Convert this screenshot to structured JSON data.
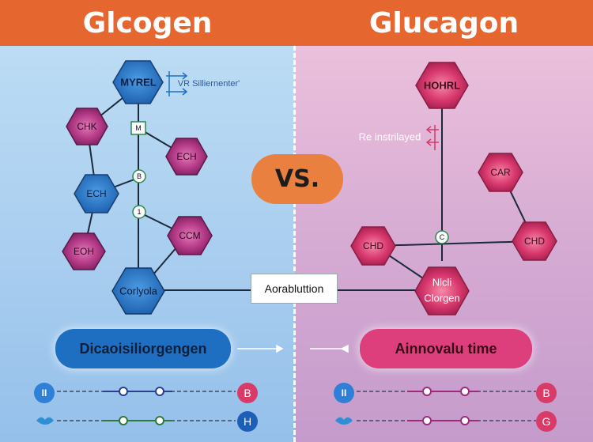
{
  "titles": {
    "left": "Glcogen",
    "right": "Glucagon"
  },
  "vs_label": "VS.",
  "center_box": "Aorabluttion",
  "left_diagram": {
    "top_hex": "MYREL",
    "annotation": "VR Silliernenter'",
    "nodes": {
      "n1": "CHK",
      "n2": "ECH",
      "n3": "EOH",
      "n4": "ECH",
      "n5": "CCM",
      "n6": "Corlyola"
    },
    "circles": {
      "c1": "M",
      "c2": "B",
      "c3": "1"
    }
  },
  "right_diagram": {
    "top_hex": "HOHRL",
    "annotation": "Re instrilayed",
    "nodes": {
      "n1": "CAR",
      "n2": "CHD",
      "n3": "CHD",
      "n4_line1": "Nlcli",
      "n4_line2": "Clorgen"
    },
    "circles": {
      "c1": "C"
    }
  },
  "left_pill": "Dicaoisiliorgengen",
  "right_pill": "Ainnovalu time",
  "left_legend": {
    "row1_start": "II",
    "row1_end": "B",
    "row2_end": "H"
  },
  "right_legend": {
    "row1_start": "II",
    "row1_end": "B",
    "row2_end": "G"
  },
  "colors": {
    "header": "#e5662f",
    "left_bg": "#a9d0ef",
    "right_bg": "#d8aed2",
    "blue_hex": "#1f6fc4",
    "magenta_hex": "#b53a88",
    "pink_hex": "#d93b78",
    "pill_blue": "#1e6fc1",
    "pill_pink": "#dd3f7c"
  }
}
